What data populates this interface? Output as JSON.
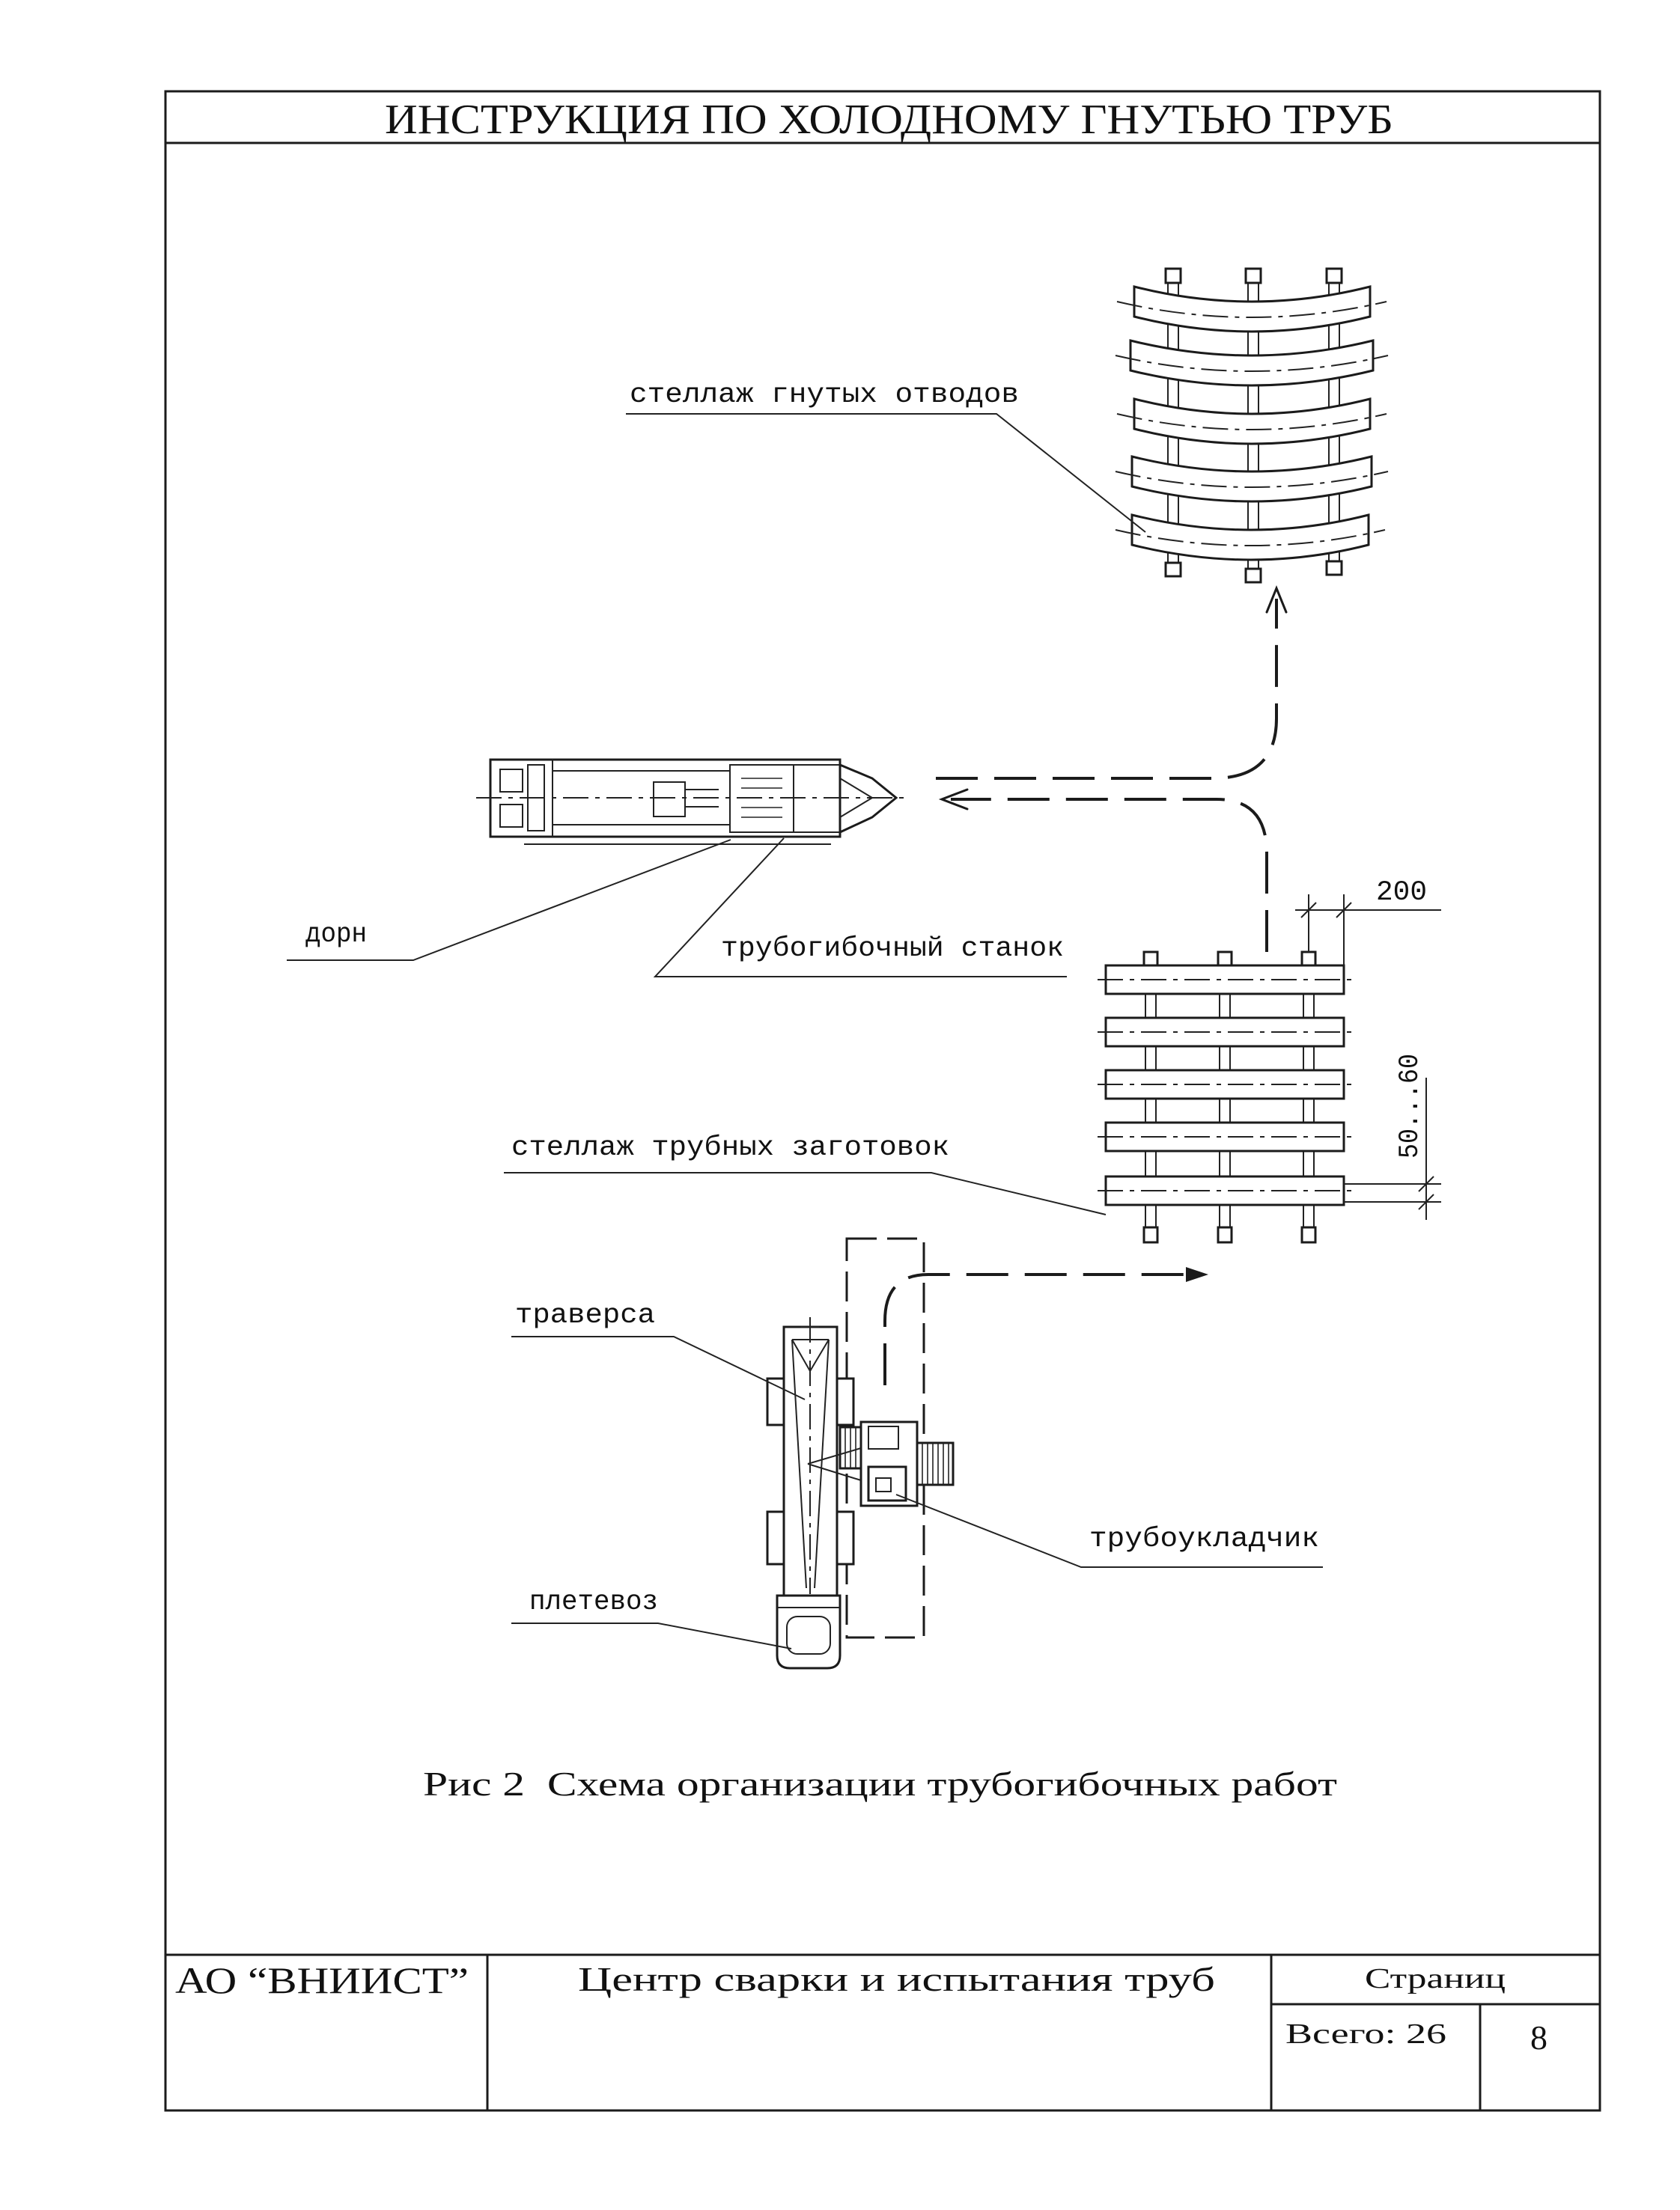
{
  "document": {
    "title": "ИНСТРУКЦИЯ ПО ХОЛОДНОМУ ГНУТЬЮ ТРУБ",
    "figure_caption": "Рис 2  Схема организации трубогибочных работ"
  },
  "diagram": {
    "labels": {
      "bent_rack": "стеллаж гнутых отводов",
      "mandrel": "дорн",
      "bending_machine": "трубогибочный станок",
      "blank_rack": "стеллаж трубных заготовок",
      "traverse": "траверса",
      "pipelayer": "трубоукладчик",
      "pipe_carrier": "плетевоз"
    },
    "dimensions": {
      "pipe_spacing": "200",
      "rack_gap": "50...60"
    }
  },
  "title_block": {
    "organization": "АО “ВНИИСТ”",
    "department": "Центр сварки и испытания труб",
    "pages_header": "Страниц",
    "total_pages": "Всего: 26",
    "page_number": "8"
  }
}
